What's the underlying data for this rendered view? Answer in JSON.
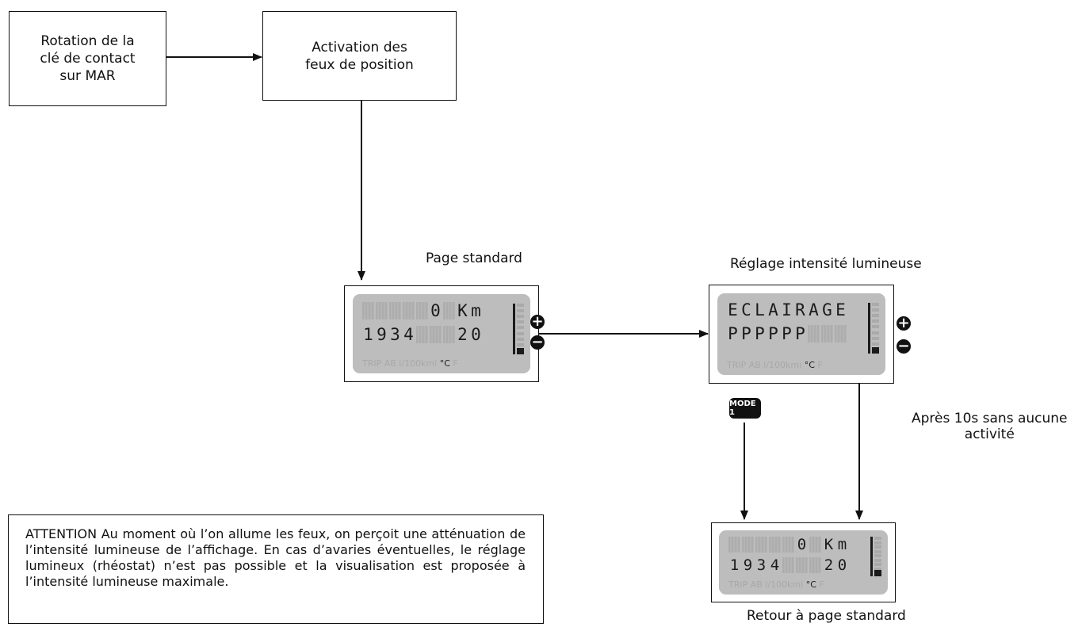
{
  "boxes": {
    "rotation": [
      "Rotation de la",
      "clé de contact",
      "sur MAR"
    ],
    "activation": [
      "Activation des",
      "feux de position"
    ]
  },
  "labels": {
    "page_standard": "Page standard",
    "reglage": "Réglage intensité lumineuse",
    "apres": [
      "Après 10s sans aucune",
      "activité"
    ],
    "retour": "Retour à page standard"
  },
  "buttons": {
    "plus": "+",
    "minus": "−",
    "mode": "MODE 1"
  },
  "displays": {
    "standard": {
      "row1": [
        "",
        "",
        "",
        "",
        "",
        "0",
        "",
        "K",
        "m"
      ],
      "row2": [
        "1",
        "9",
        "3",
        "4",
        "",
        "",
        "",
        "2",
        "0"
      ],
      "legend": "TRIP AB l/100kmi",
      "legend_unit": "°C",
      "legend_f": "F"
    },
    "eclairage": {
      "row1": [
        "E",
        "C",
        "L",
        "A",
        "I",
        "R",
        "A",
        "G",
        "E"
      ],
      "row2": [
        "P",
        "P",
        "P",
        "P",
        "P",
        "P",
        "",
        "",
        ""
      ],
      "legend": "TRIP AB l/100kmi",
      "legend_unit": "°C",
      "legend_f": "F"
    },
    "retour": {
      "row1": [
        "",
        "",
        "",
        "",
        "",
        "0",
        "",
        "K",
        "m"
      ],
      "row2": [
        "1",
        "9",
        "3",
        "4",
        "",
        "",
        "",
        "2",
        "0"
      ],
      "legend": "TRIP AB l/100kmi",
      "legend_unit": "°C",
      "legend_f": "F"
    }
  },
  "note": "ATTENTION Au moment où l’on allume les feux, on perçoit une atténuation de l’intensité lumineuse de l’affichage. En cas d’avaries éventuelles, le réglage lumineux (rhéostat) n’est pas possible et la visualisation est proposée à l’intensité lumineuse maximale."
}
